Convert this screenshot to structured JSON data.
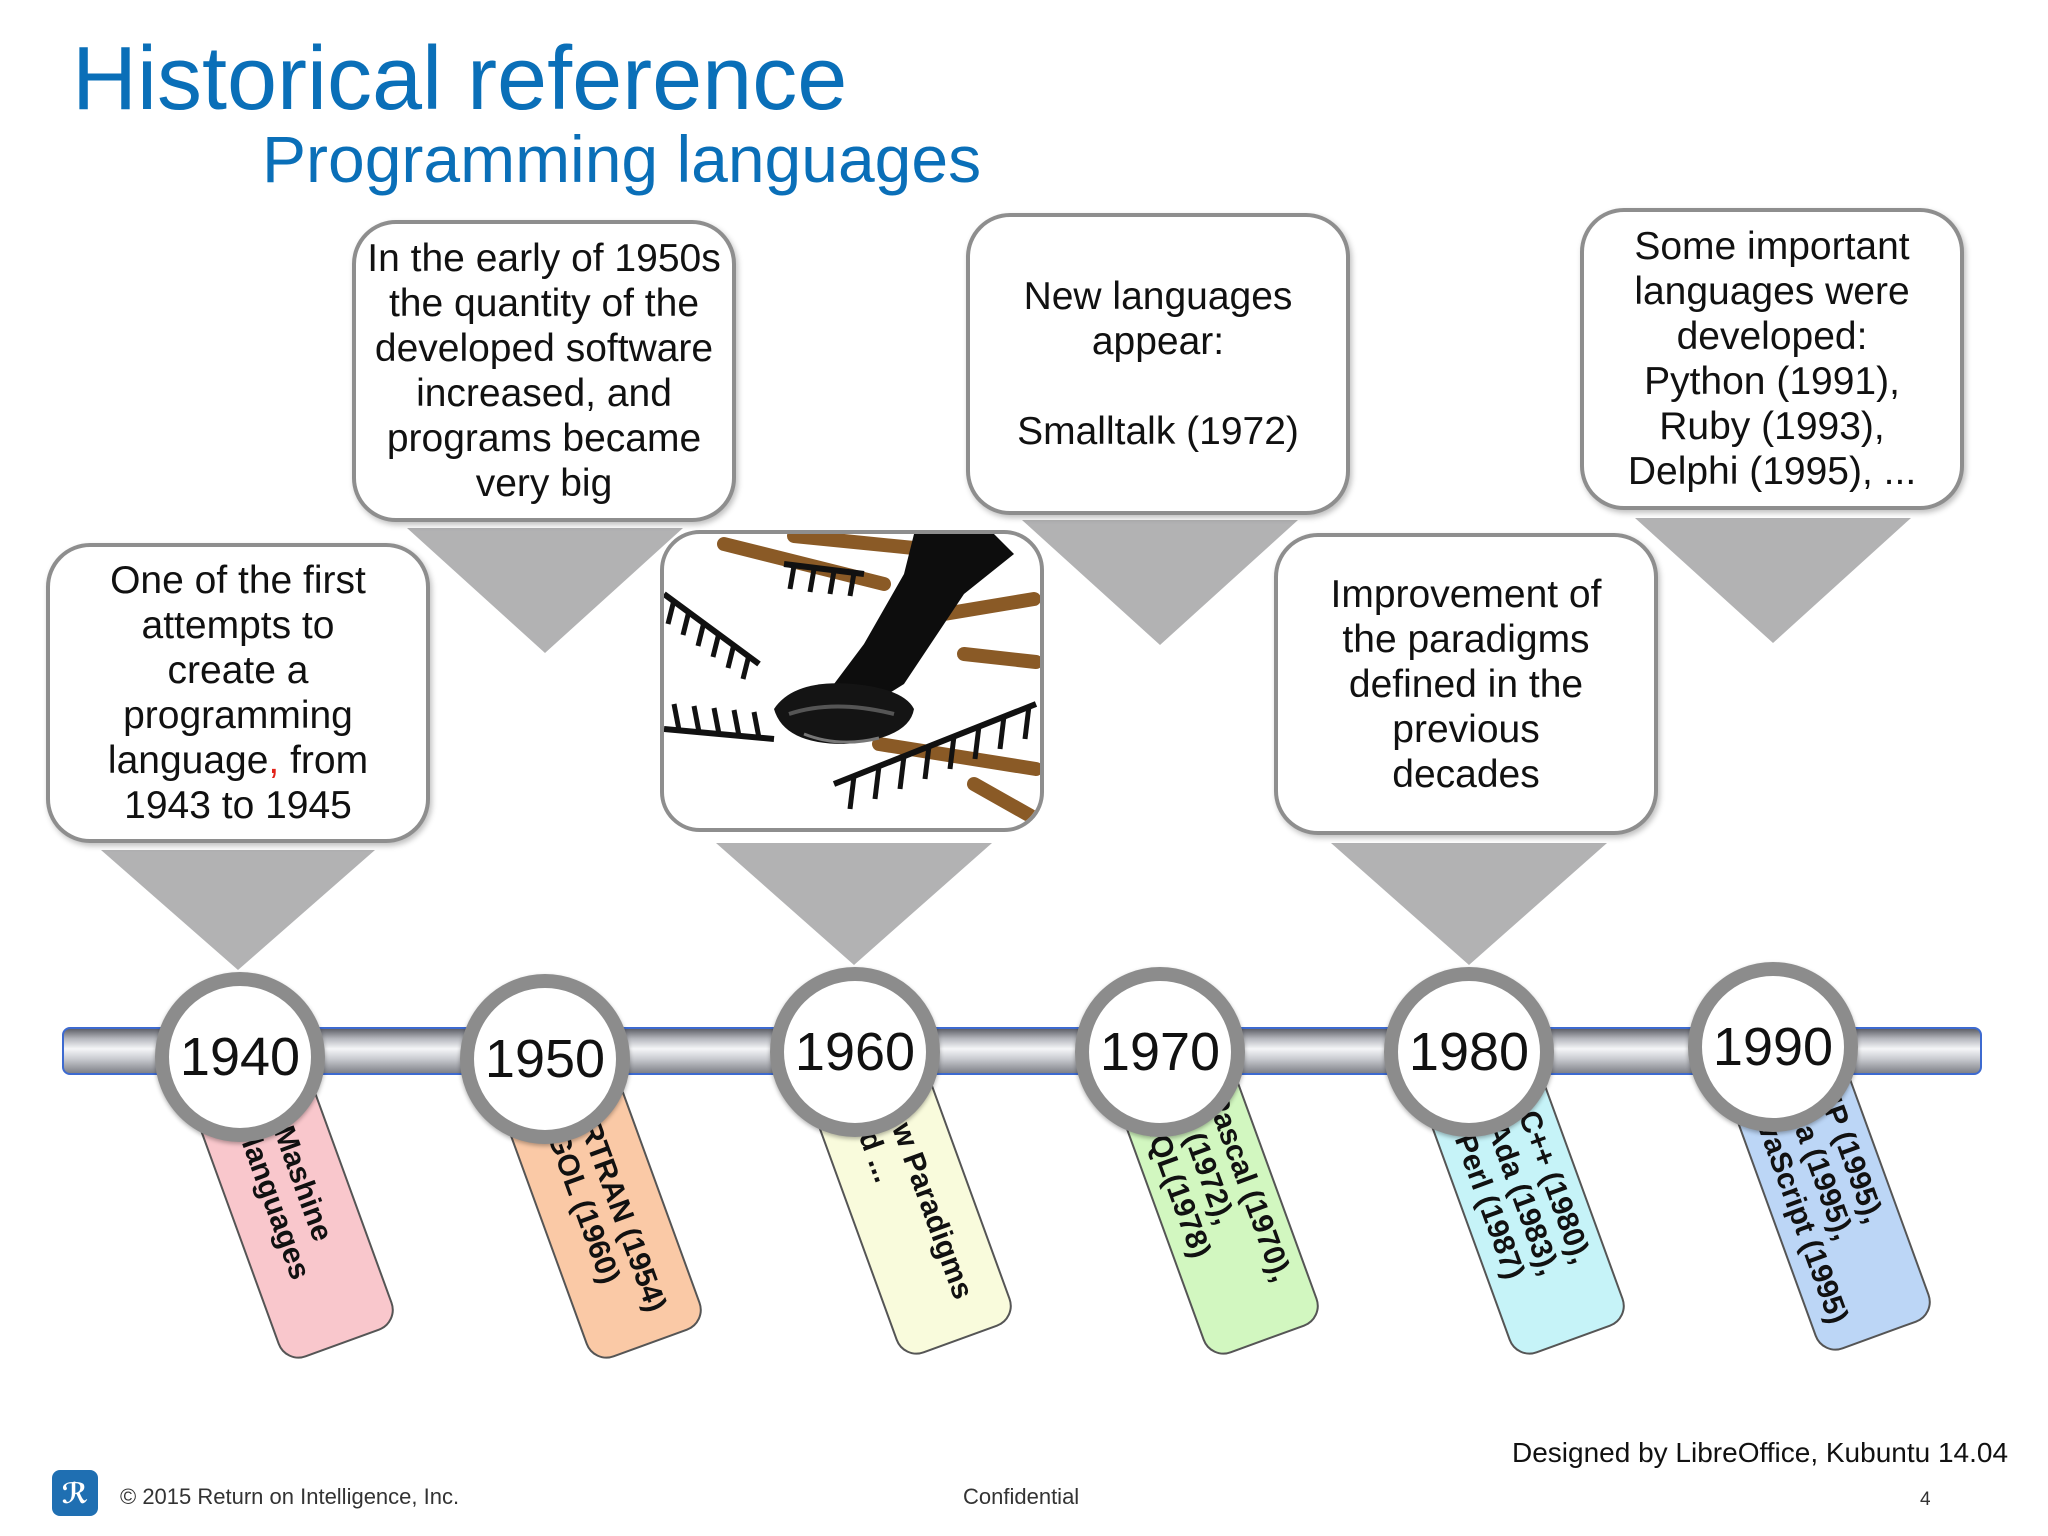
{
  "title": "Historical reference",
  "subtitle": "Programming languages",
  "callouts": [
    {
      "text_before": "One of the first\nattempts to\ncreate a\nprogramming\nlanguage",
      "text_comma": ",",
      "text_after": " from\n1943 to 1945"
    },
    {
      "text": "In the early of 1950s\nthe quantity of the\ndeveloped software\nincreased, and\nprograms became\nvery big"
    },
    {
      "text": "New languages\nappear:\n\nSmalltalk (1972)"
    },
    {
      "text": "Improvement of\nthe paradigms\ndefined in the\nprevious\ndecades"
    },
    {
      "text": "Some important\nlanguages were\ndeveloped:\nPython (1991),\nRuby (1993),\nDelphi (1995), ..."
    }
  ],
  "decades": [
    "1940",
    "1950",
    "1960",
    "1970",
    "1980",
    "1990"
  ],
  "tags": [
    {
      "text": "Mashine\nlanguages",
      "color": "#f9c7cc"
    },
    {
      "text": "FORTRAN (1954)\nALGOL (1960)",
      "color": "#fac9a6"
    },
    {
      "text": "New Paradigms\nand ...",
      "color": "#f9fbdc"
    },
    {
      "text": "Pascal (1970),\nC (1972),\nSQL(1978)",
      "color": "#d2f7c0"
    },
    {
      "text": "C++ (1980),\nAda (1983),\nPerl (1987)",
      "color": "#c6f3f8"
    },
    {
      "text": "PHP (1995),\nJava (1995),\nJavaScript (1995)",
      "color": "#bcd6f6"
    }
  ],
  "colors": {
    "accent": "#0a6fb8",
    "pointer": "#b2b2b3"
  },
  "footer": {
    "logo": "ℛ",
    "copyright": "© 2015 Return on Intelligence, Inc.",
    "confidential": "Confidential",
    "page": "4",
    "designed_by": "Designed by LibreOffice, Kubuntu 14.04"
  }
}
